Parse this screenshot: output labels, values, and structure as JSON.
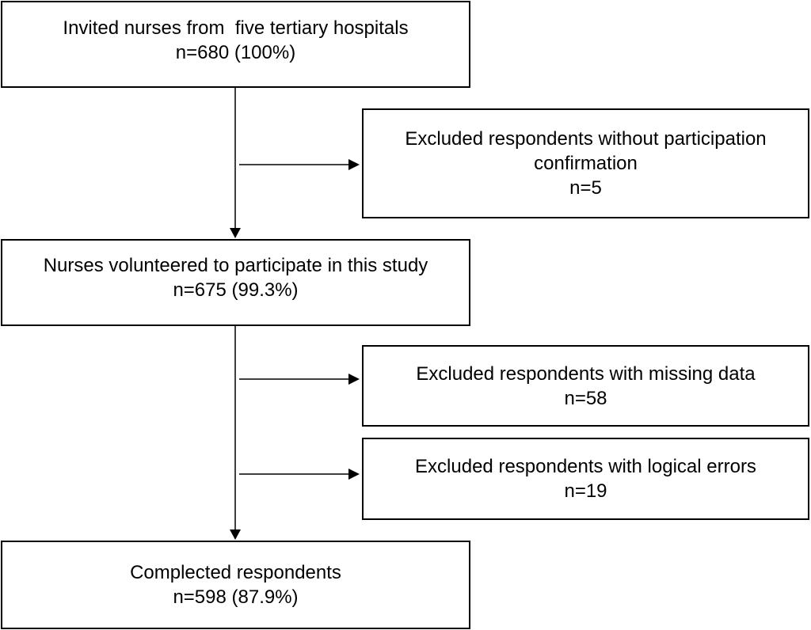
{
  "boxes": {
    "invited": {
      "line1": "Invited nurses from  five tertiary hospitals",
      "line2": "n=680 (100%)"
    },
    "excluded_confirmation": {
      "line1": "Excluded respondents without participation",
      "line2": "confirmation",
      "line3": "n=5"
    },
    "volunteered": {
      "line1": "Nurses volunteered to participate in this study",
      "line2": "n=675 (99.3%)"
    },
    "excluded_missing": {
      "line1": "Excluded respondents with missing data",
      "line2": "n=58"
    },
    "excluded_logical": {
      "line1": "Excluded respondents with logical errors",
      "line2": "n=19"
    },
    "completed": {
      "line1": "Complected respondents",
      "line2": "n=598 (87.9%)"
    }
  }
}
